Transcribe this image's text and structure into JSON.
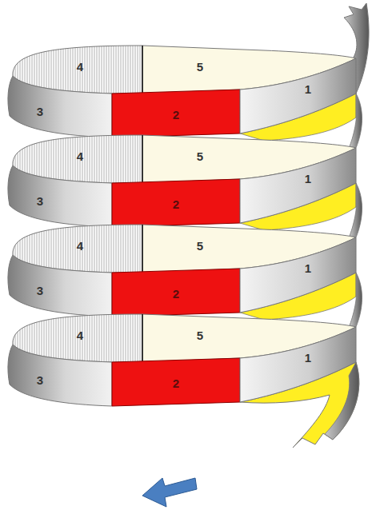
{
  "diagram": {
    "labels": [
      "4",
      "5",
      "1",
      "3",
      "2",
      "4",
      "5",
      "1",
      "3",
      "2",
      "4",
      "5",
      "1",
      "3",
      "2",
      "4",
      "5",
      "1",
      "3",
      "2"
    ]
  }
}
